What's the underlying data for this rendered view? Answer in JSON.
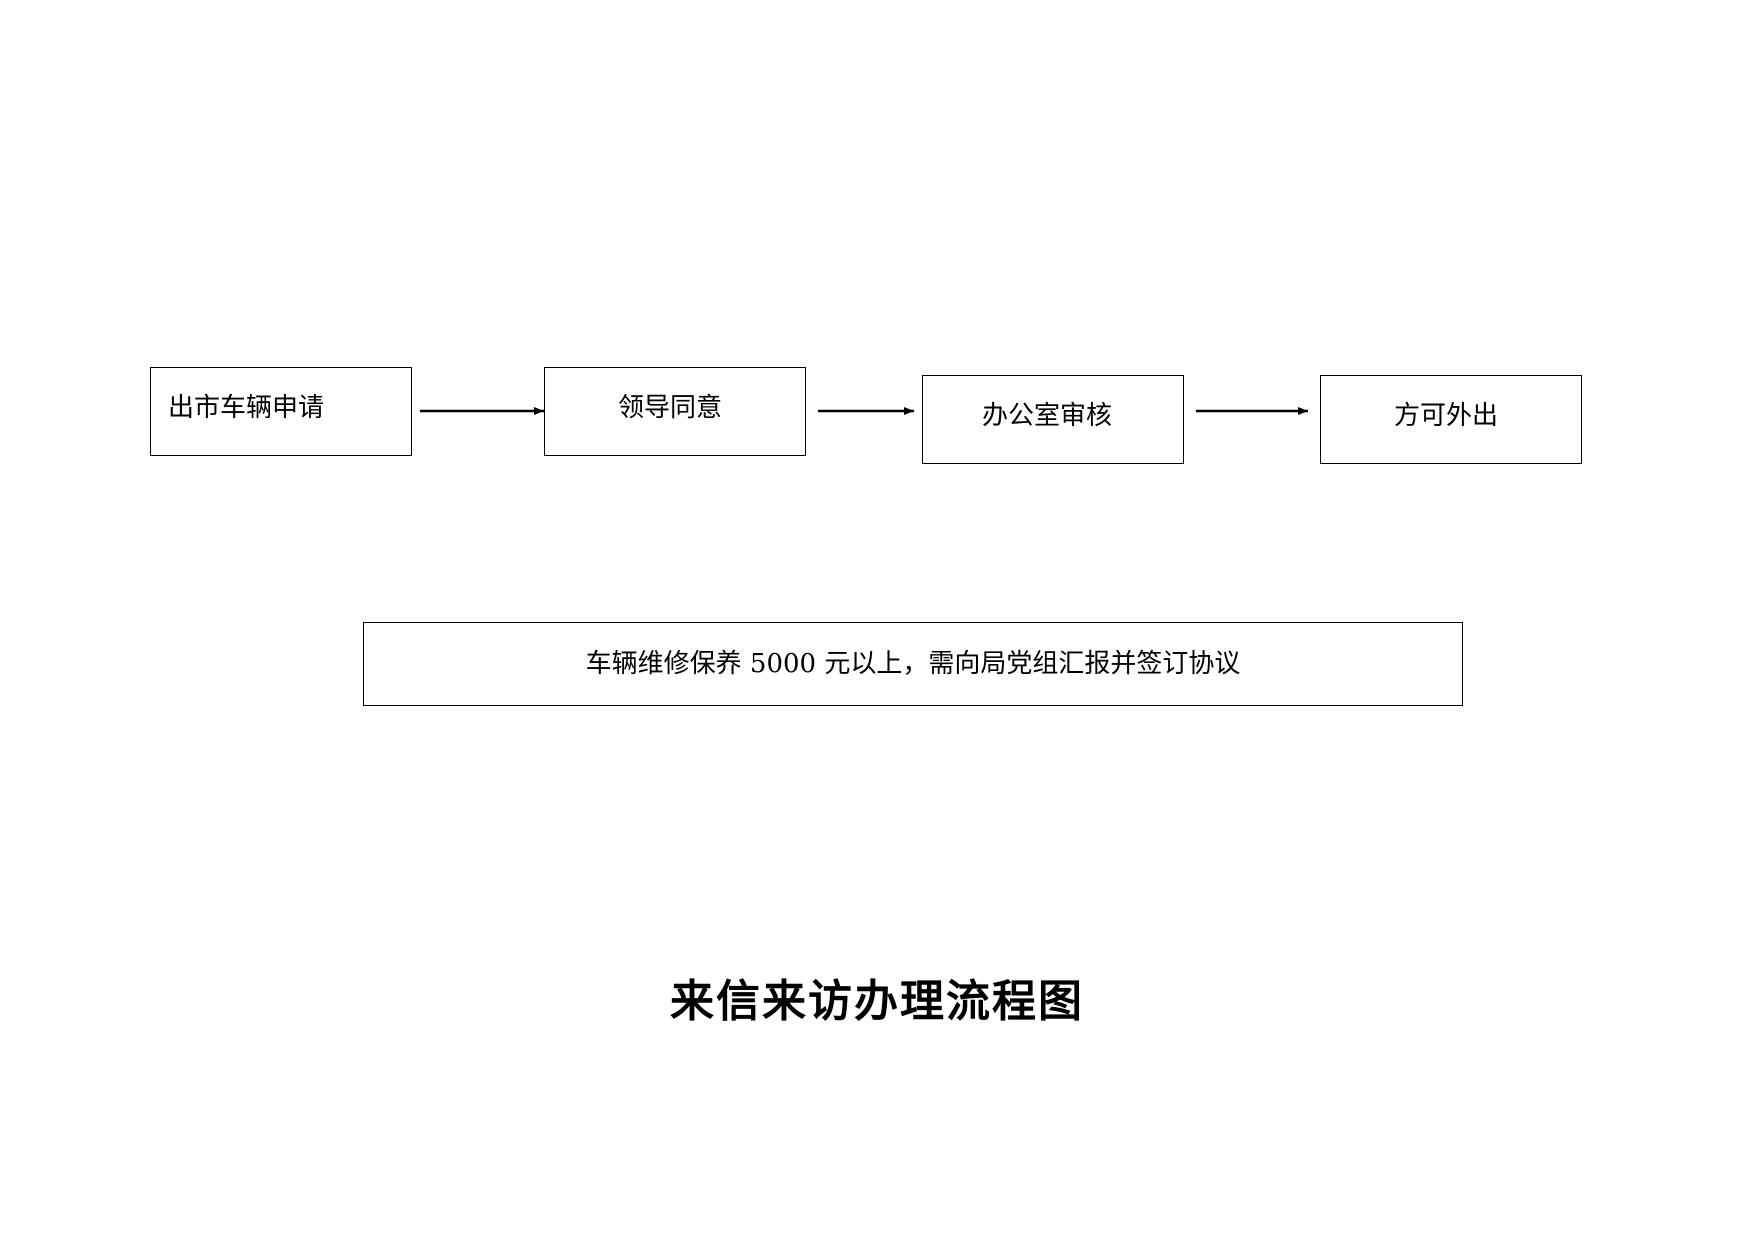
{
  "flowchart": {
    "steps": [
      {
        "label": "出市车辆申请"
      },
      {
        "label": "领导同意"
      },
      {
        "label": "办公室审核"
      },
      {
        "label": "方可外出"
      }
    ],
    "note": "车辆维修保养 5000 元以上，需向局党组汇报并签订协议"
  },
  "next_page": {
    "title": "来信来访办理流程图"
  }
}
